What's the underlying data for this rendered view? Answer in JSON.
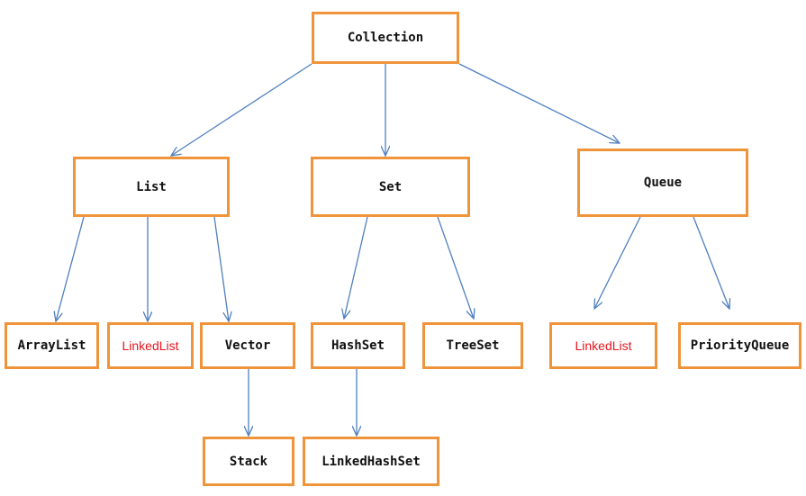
{
  "colors": {
    "box_border": "#f0943c",
    "edge": "#4f7fbf",
    "text": "#111111",
    "highlight_text": "#e8141c"
  },
  "nodes": {
    "collection": "Collection",
    "list": "List",
    "set": "Set",
    "queue": "Queue",
    "arraylist": "ArrayList",
    "linkedlist_list": "LinkedList",
    "vector": "Vector",
    "hashset": "HashSet",
    "treeset": "TreeSet",
    "linkedlist_queue": "LinkedList",
    "priorityqueue": "PriorityQueue",
    "stack": "Stack",
    "linkedhashset": "LinkedHashSet"
  },
  "edges": [
    {
      "from": "collection",
      "to": "list"
    },
    {
      "from": "collection",
      "to": "set"
    },
    {
      "from": "collection",
      "to": "queue"
    },
    {
      "from": "list",
      "to": "arraylist"
    },
    {
      "from": "list",
      "to": "linkedlist_list"
    },
    {
      "from": "list",
      "to": "vector"
    },
    {
      "from": "set",
      "to": "hashset"
    },
    {
      "from": "set",
      "to": "treeset"
    },
    {
      "from": "queue",
      "to": "linkedlist_queue"
    },
    {
      "from": "queue",
      "to": "priorityqueue"
    },
    {
      "from": "vector",
      "to": "stack"
    },
    {
      "from": "hashset",
      "to": "linkedhashset"
    }
  ]
}
